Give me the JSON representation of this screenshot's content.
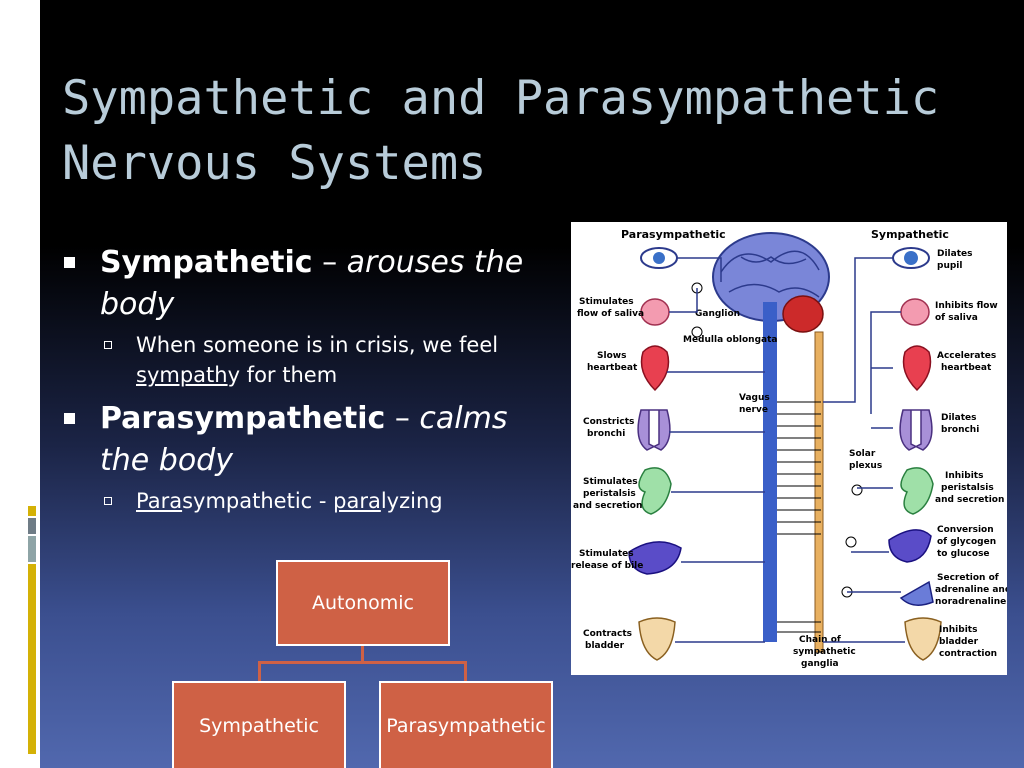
{
  "slide": {
    "title_line1": "Sympathetic and Parasympathetic",
    "title_line2": "Nervous Systems"
  },
  "bullets": {
    "sympathetic": {
      "term": "Sympathetic",
      "dash": " – ",
      "desc_line1": "arouses the",
      "desc_line2": "body",
      "sub": {
        "line1": "When someone is in crisis, we feel",
        "underlined": "sympath",
        "rest": "y for them"
      }
    },
    "parasympathetic": {
      "term": "Parasympathetic",
      "dash": " – ",
      "desc_line1": "calms",
      "desc_line2": "the body",
      "sub": {
        "part1_underlined": "Para",
        "part1_rest": "sympathetic - ",
        "part2_underlined": "para",
        "part2_rest": "lyzing"
      }
    }
  },
  "diagram": {
    "header_left": "Parasympathetic",
    "header_right": "Sympathetic",
    "center_labels": {
      "ganglion": "Ganglion",
      "medulla": "Medulla oblongata",
      "vagus_1": "Vagus",
      "vagus_2": "nerve",
      "solar_1": "Solar",
      "solar_2": "plexus",
      "chain_1": "Chain of",
      "chain_2": "sympathetic",
      "chain_3": "ganglia"
    },
    "left_labels": [
      {
        "l1": "Stimulates",
        "l2": "flow of saliva"
      },
      {
        "l1": "Slows",
        "l2": "heartbeat"
      },
      {
        "l1": "Constricts",
        "l2": "bronchi"
      },
      {
        "l1": "Stimulates",
        "l2": "peristalsis",
        "l3": "and secretion"
      },
      {
        "l1": "Stimulates",
        "l2": "release of bile"
      },
      {
        "l1": "Contracts",
        "l2": "bladder"
      }
    ],
    "right_labels": [
      {
        "l1": "Dilates",
        "l2": "pupil"
      },
      {
        "l1": "Inhibits flow",
        "l2": "of saliva"
      },
      {
        "l1": "Accelerates",
        "l2": "heartbeat"
      },
      {
        "l1": "Dilates",
        "l2": "bronchi"
      },
      {
        "l1": "Inhibits",
        "l2": "peristalsis",
        "l3": "and secretion"
      },
      {
        "l1": "Conversion",
        "l2": "of glycogen",
        "l3": "to glucose"
      },
      {
        "l1": "Secretion of",
        "l2": "adrenaline and",
        "l3": "noradrenaline"
      },
      {
        "l1": "Inhibits",
        "l2": "bladder",
        "l3": "contraction"
      }
    ]
  },
  "hierarchy": {
    "root": "Autonomic",
    "left": "Sympathetic",
    "right": "Parasympathetic"
  },
  "colors": {
    "title": "#b8ccd9",
    "box_fill": "#cf6145",
    "spine": "#3a5fc8",
    "chain": "#e8b060"
  }
}
